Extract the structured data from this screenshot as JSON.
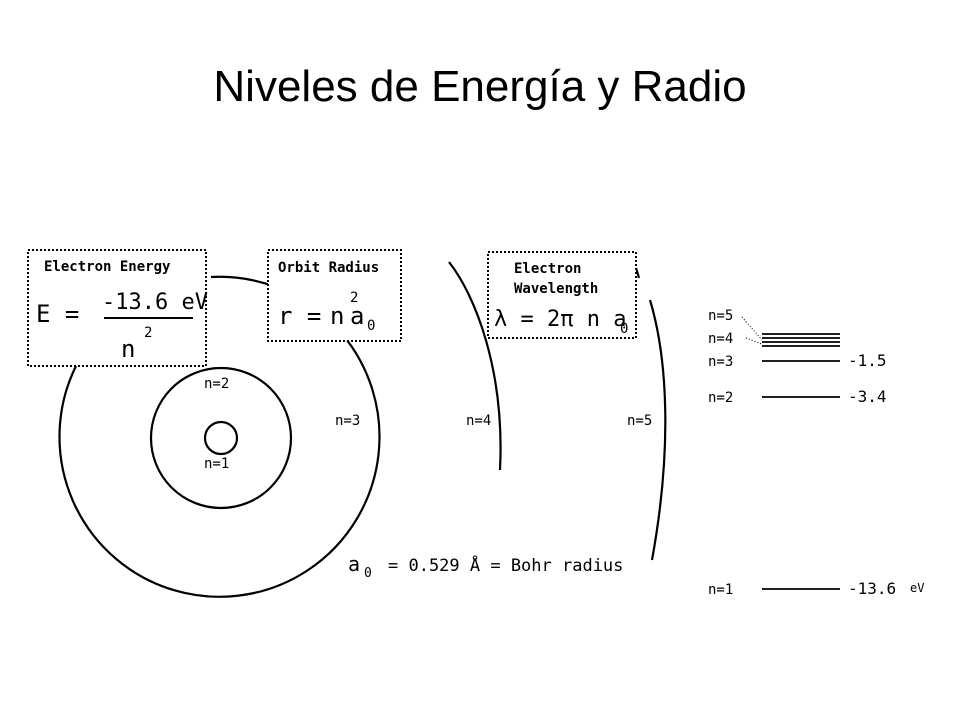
{
  "slide": {
    "title": "Niveles de Energía y Radio"
  },
  "boxes": {
    "energy": {
      "heading": "Electron Energy",
      "lhs": "E =",
      "numerator": "-13.6 eV",
      "denominator": "n",
      "exponent": "2"
    },
    "radius": {
      "heading": "Orbit Radius",
      "formula_lhs": "r =",
      "n": "n",
      "exponent": "2",
      "a": "a",
      "sub": "0"
    },
    "wavelength": {
      "heading_line1": "Electron",
      "heading_line2": "Wavelength",
      "formula": "λ = 2π n a",
      "sub": "0"
    }
  },
  "orbits": {
    "n1": "n=1",
    "n2": "n=2",
    "n3": "n=3",
    "n4": "n=4",
    "n5": "n=5"
  },
  "bohr": {
    "a": "a",
    "sub": "0",
    "text": "= 0.529 Å = Bohr radius"
  },
  "levels": {
    "n5": "n=5",
    "n4": "n=4",
    "n3": "n=3",
    "n2": "n=2",
    "n1": "n=1",
    "e3": "-1.5",
    "e2": "-3.4",
    "e1": "-13.6",
    "unit": "eV"
  },
  "colors": {
    "ink": "#000000",
    "background": "#ffffff"
  }
}
